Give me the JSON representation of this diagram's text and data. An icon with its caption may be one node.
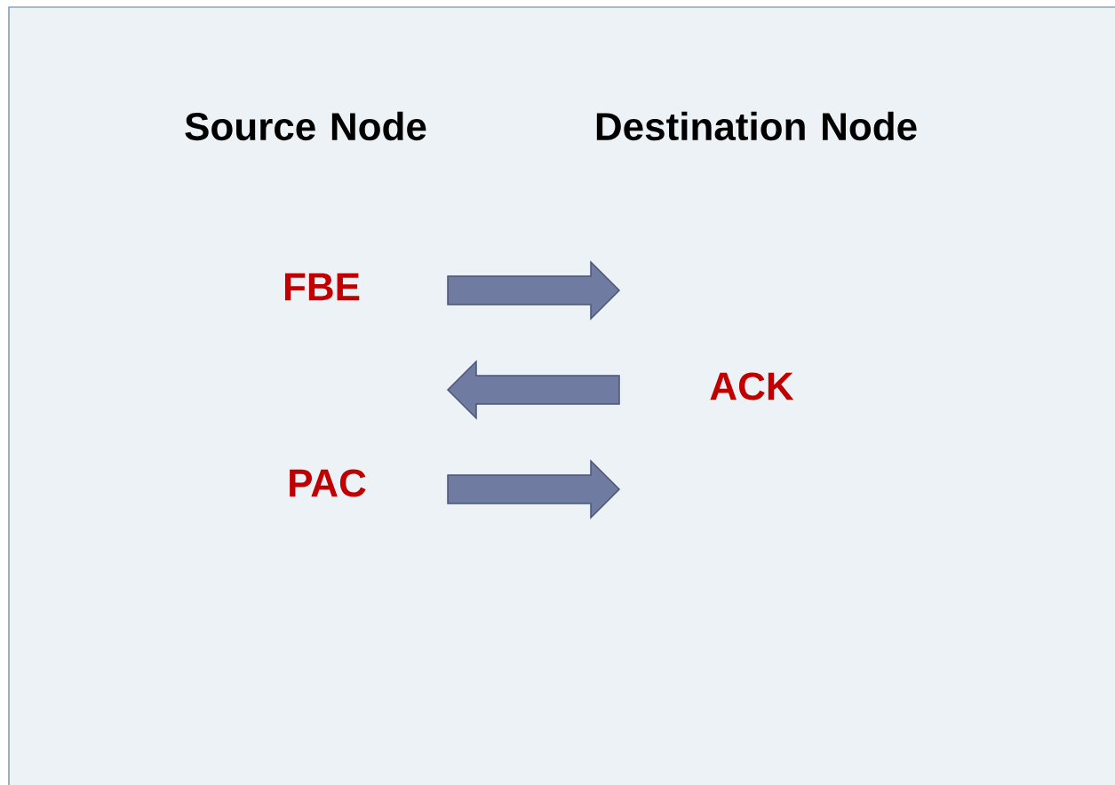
{
  "diagram": {
    "labels": [
      "Source Node",
      "Destination Node",
      "FBE",
      "ACK",
      "PAC"
    ]
  }
}
